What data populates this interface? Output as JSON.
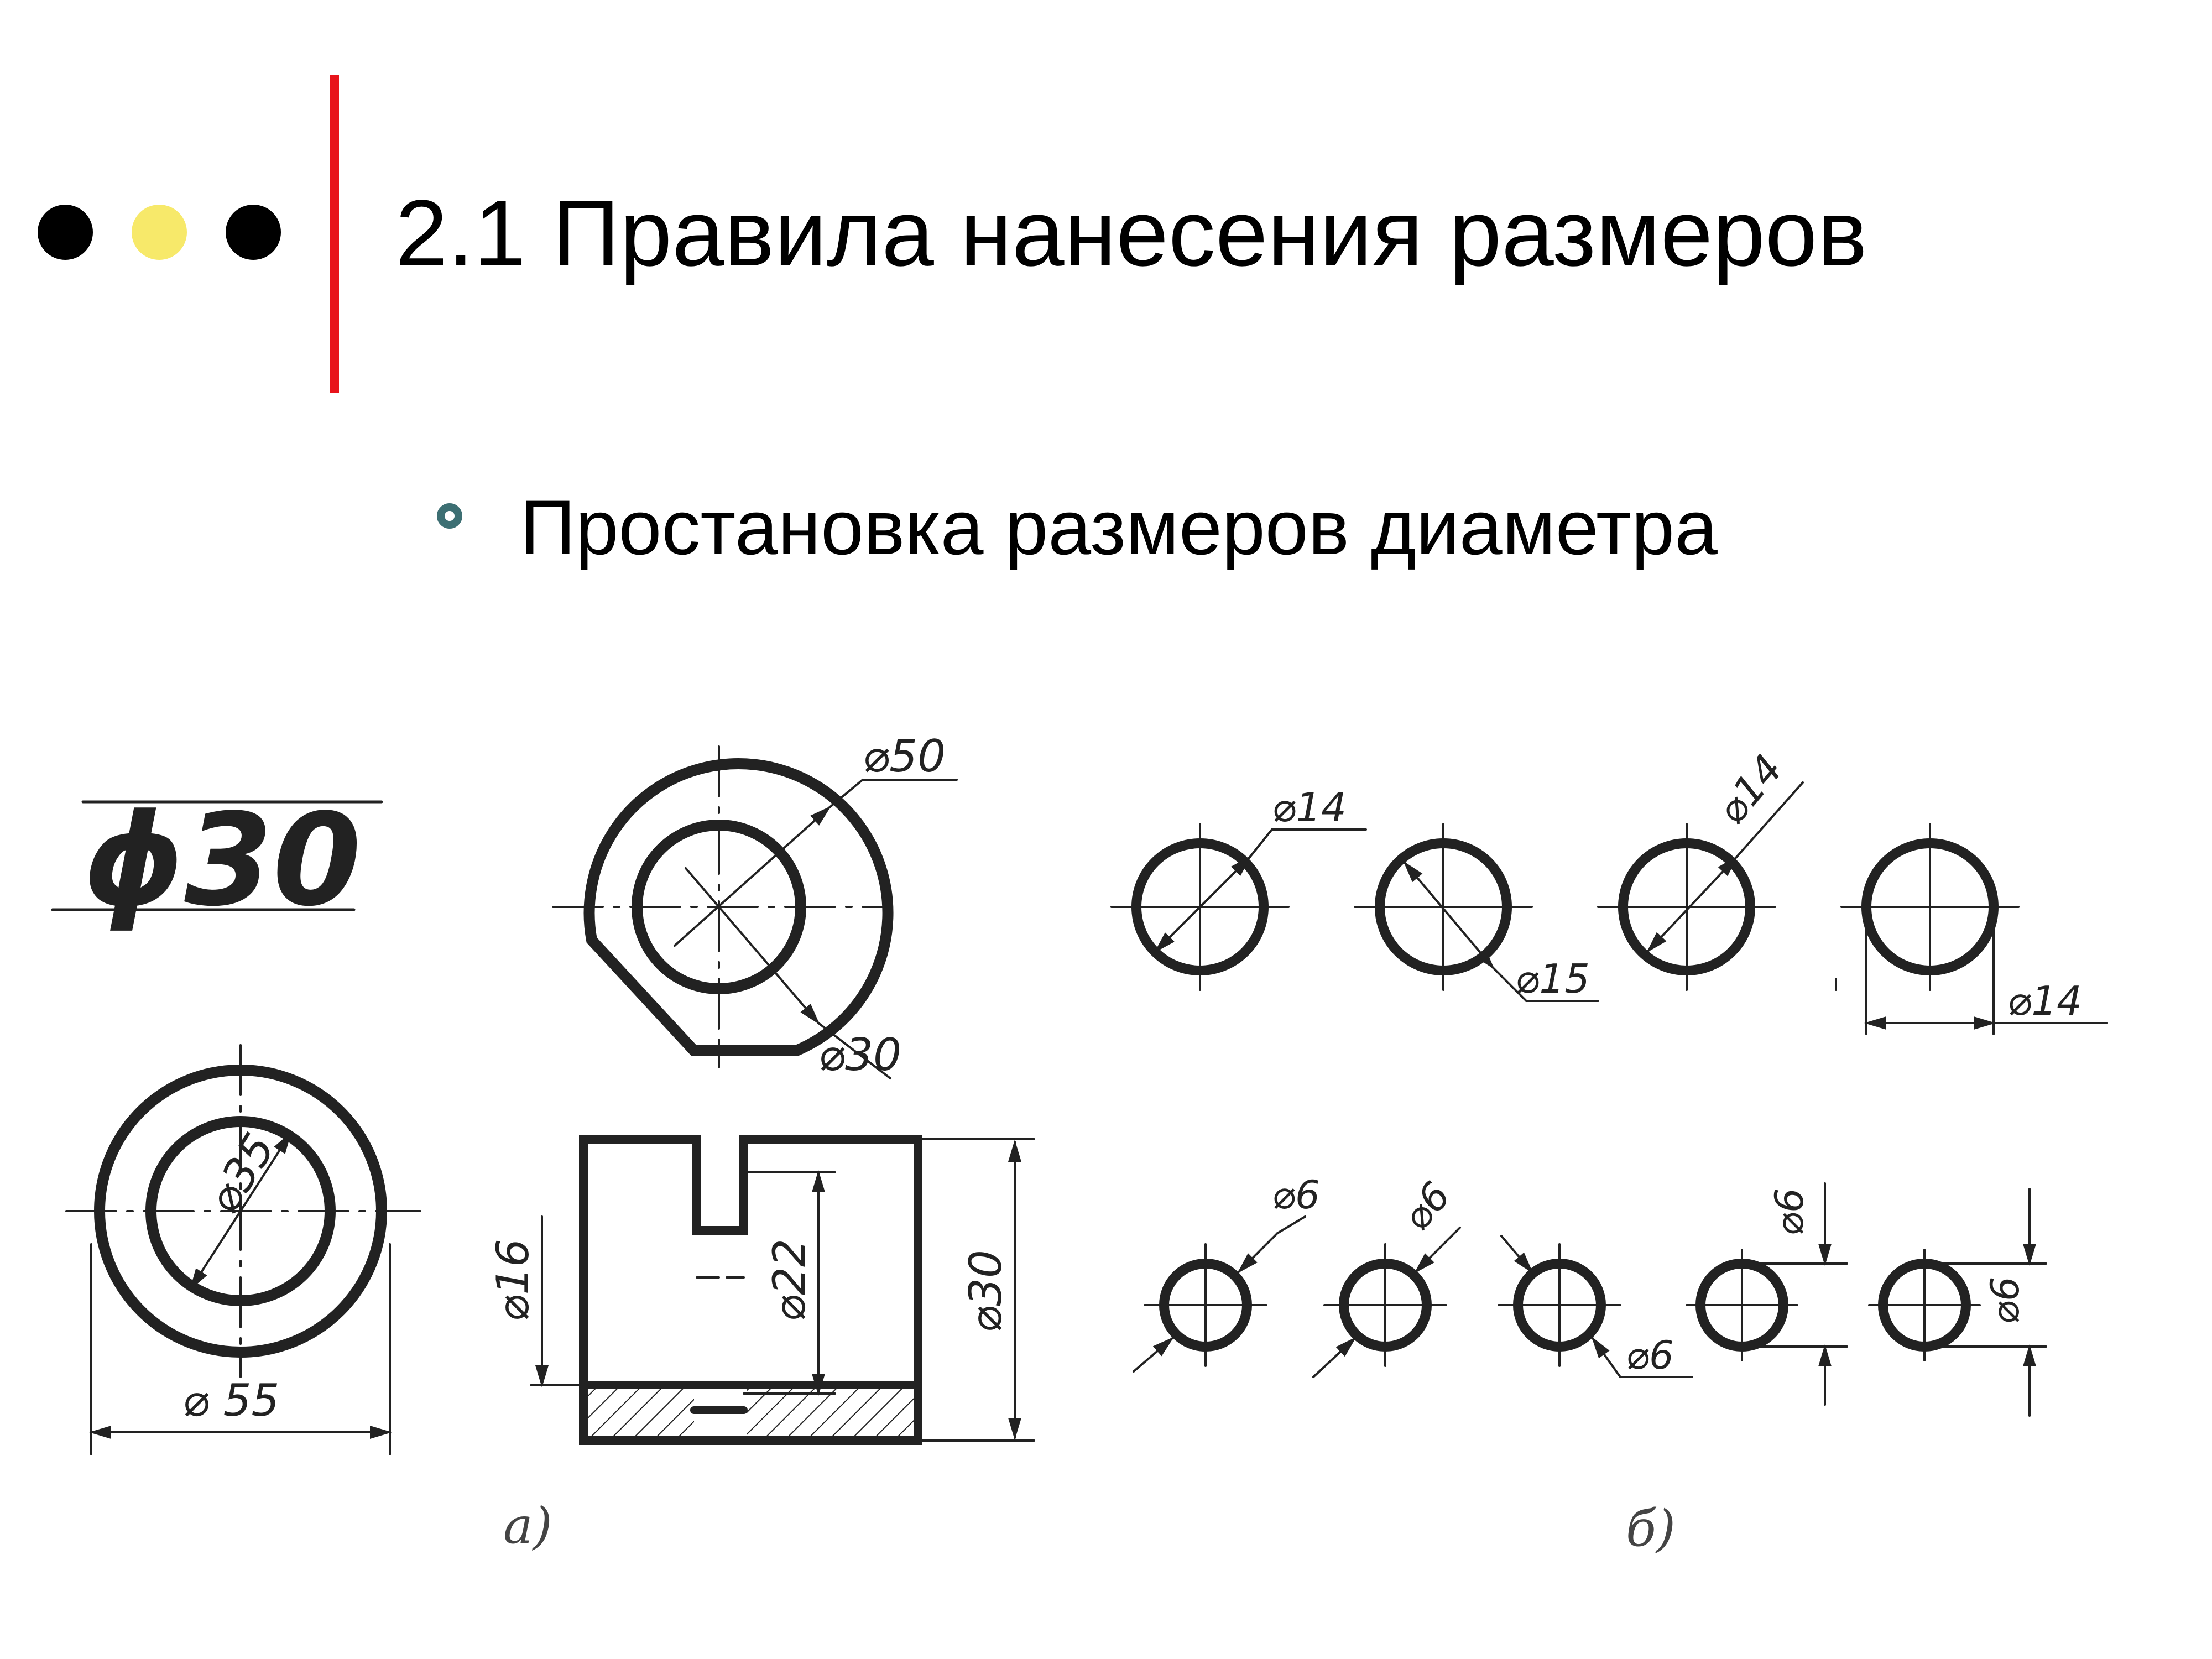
{
  "slide": {
    "title": "2.1 Правила нанесения размеров",
    "bullet_text": "Простановка размеров диаметра"
  },
  "decor": {
    "dot_colors": [
      "#000000",
      "#f7e96a",
      "#000000"
    ],
    "bar_color": "#e8141b",
    "bullet_color": "#3d6f73"
  },
  "drawing": {
    "example_label": "ϕ30",
    "dimensions": {
      "washer_inner": "⌀35",
      "washer_outer": "⌀ 55",
      "cam_outer": "⌀50",
      "cam_inner": "⌀30",
      "section_left": "⌀16",
      "section_mid": "⌀22",
      "section_right": "⌀30",
      "c1": "⌀14",
      "c2": "⌀15",
      "c3": "⌀14",
      "c4": "⌀14",
      "s1": "⌀6",
      "s2": "⌀6",
      "s3": "⌀6",
      "s4": "⌀6",
      "s5": "⌀6"
    },
    "captions": {
      "a": "а)",
      "b": "б)"
    }
  }
}
